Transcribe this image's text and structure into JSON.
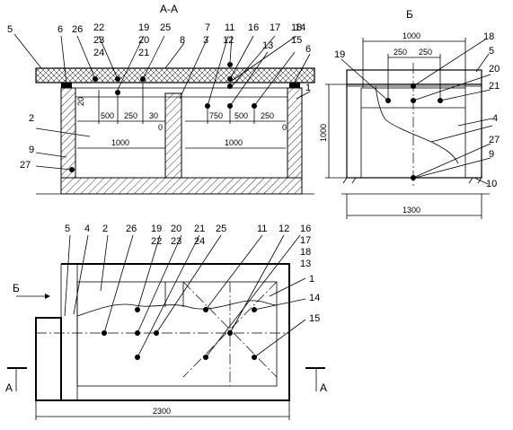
{
  "section_aa": {
    "title": "А-А",
    "labels": [
      "5",
      "6",
      "26",
      "22",
      "23",
      "24",
      "19",
      "20",
      "21",
      "25",
      "8",
      "7",
      "3",
      "11",
      "12",
      "16",
      "17",
      "18",
      "13",
      "14",
      "15",
      "6",
      "1",
      "2",
      "9",
      "27"
    ],
    "dims": [
      "20",
      "500",
      "250",
      "30",
      "0",
      "750",
      "500",
      "250",
      "0",
      "1000",
      "1000"
    ]
  },
  "view_b": {
    "title": "Б",
    "labels": [
      "18",
      "5",
      "19",
      "20",
      "21",
      "4",
      "27",
      "9",
      "10"
    ],
    "dims": [
      "1000",
      "250",
      "250",
      "1000",
      "1300"
    ]
  },
  "plan": {
    "labels": [
      "5",
      "4",
      "2",
      "26",
      "19",
      "22",
      "20",
      "23",
      "21",
      "24",
      "25",
      "11",
      "12",
      "16",
      "17",
      "18",
      "13",
      "1",
      "14",
      "15"
    ],
    "view_marker": "Б",
    "section_marker_left": "А",
    "section_marker_right": "А",
    "dims": [
      "2300"
    ]
  }
}
